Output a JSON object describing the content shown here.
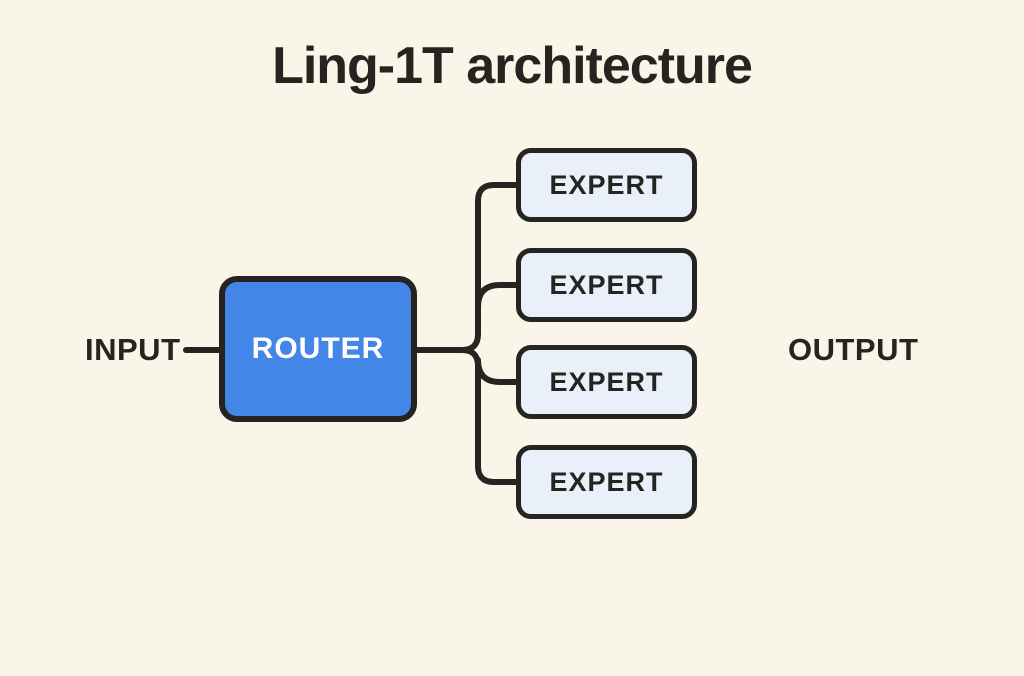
{
  "title": "Ling-1T architecture",
  "diagram": {
    "input_label": "INPUT",
    "output_label": "OUTPUT",
    "router": {
      "label": "ROUTER"
    },
    "experts": [
      {
        "label": "EXPERT"
      },
      {
        "label": "EXPERT"
      },
      {
        "label": "EXPERT"
      },
      {
        "label": "EXPERT"
      }
    ],
    "colors": {
      "background": "#faf5e9",
      "line": "#262420",
      "router_fill": "#4485e8",
      "router_text": "#ffffff",
      "expert_fill": "#e9f0fa"
    }
  }
}
